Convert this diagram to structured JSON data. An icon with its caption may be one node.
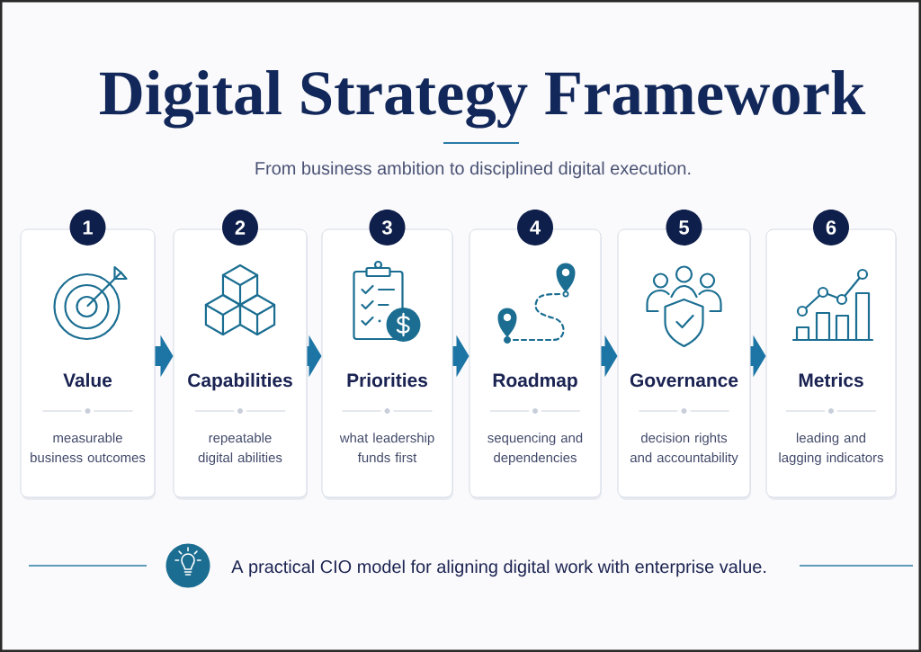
{
  "diagram": {
    "title": "Digital Strategy Framework",
    "nodes": [
      {
        "text": [
          "1"
        ]
      },
      {
        "text": [
          "Value",
          "measurable business outcomes"
        ]
      },
      {
        "text": [
          "2"
        ]
      },
      {
        "text": [
          "Capabilities",
          "repeatable digital abilities"
        ]
      },
      {
        "text": [
          "3"
        ]
      },
      {
        "text": [
          "Priorities",
          "what leadership funds first"
        ]
      },
      {
        "text": [
          "4"
        ]
      },
      {
        "text": [
          "Roadmap",
          "sequencing and dependencies"
        ]
      },
      {
        "text": [
          "5"
        ]
      },
      {
        "text": [
          "Governance",
          "decision rights and accountability"
        ]
      },
      {
        "text": [
          "6"
        ]
      },
      {
        "text": [
          "Metrics",
          "leading and lagging indicators"
        ]
      }
    ],
    "edges": [
      {
        "from": 1,
        "to": 3,
        "arrow": "to"
      },
      {
        "from": 3,
        "to": 5,
        "arrow": "to"
      },
      {
        "from": 5,
        "to": 7,
        "arrow": "to"
      },
      {
        "from": 7,
        "to": 9,
        "arrow": "to"
      },
      {
        "from": 9,
        "to": 11,
        "arrow": "to"
      }
    ],
    "labels": [
      "From business ambition to disciplined digital execution.",
      "A practical CIO model for aligning digital work with enterprise value."
    ]
  }
}
